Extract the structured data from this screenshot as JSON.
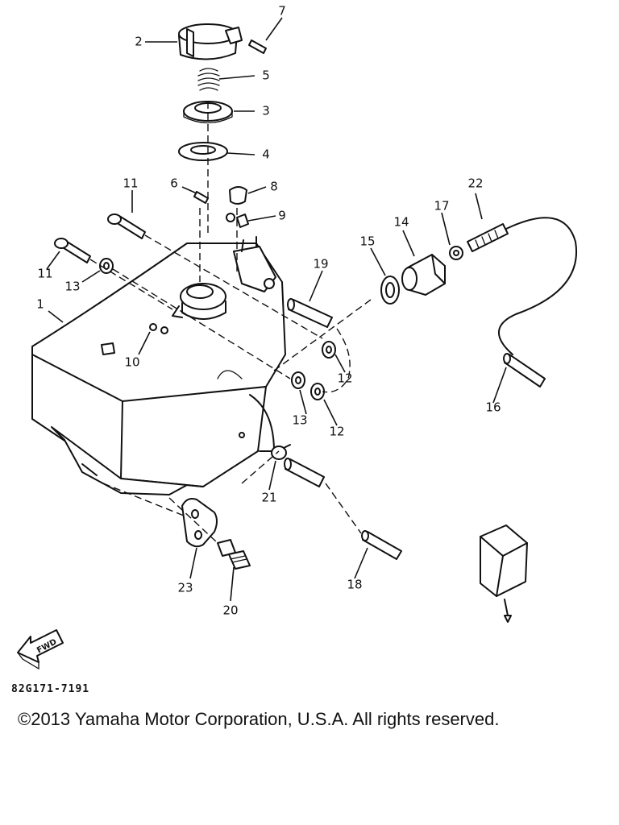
{
  "diagram": {
    "callouts": [
      {
        "id": "c1",
        "label": "1"
      },
      {
        "id": "c2",
        "label": "2"
      },
      {
        "id": "c3",
        "label": "3"
      },
      {
        "id": "c4",
        "label": "4"
      },
      {
        "id": "c5",
        "label": "5"
      },
      {
        "id": "c6",
        "label": "6"
      },
      {
        "id": "c7",
        "label": "7"
      },
      {
        "id": "c8",
        "label": "8"
      },
      {
        "id": "c9",
        "label": "9"
      },
      {
        "id": "c10",
        "label": "10"
      },
      {
        "id": "c11a",
        "label": "11"
      },
      {
        "id": "c11b",
        "label": "11"
      },
      {
        "id": "c12a",
        "label": "12"
      },
      {
        "id": "c12b",
        "label": "12"
      },
      {
        "id": "c13a",
        "label": "13"
      },
      {
        "id": "c13b",
        "label": "13"
      },
      {
        "id": "c14",
        "label": "14"
      },
      {
        "id": "c15",
        "label": "15"
      },
      {
        "id": "c16",
        "label": "16"
      },
      {
        "id": "c17",
        "label": "17"
      },
      {
        "id": "c18",
        "label": "18"
      },
      {
        "id": "c19",
        "label": "19"
      },
      {
        "id": "c20",
        "label": "20"
      },
      {
        "id": "c21",
        "label": "21"
      },
      {
        "id": "c22",
        "label": "22"
      },
      {
        "id": "c23",
        "label": "23"
      }
    ],
    "fwd_label": "FWD"
  },
  "footer": {
    "reference_code": "82G171-7191",
    "copyright": "©2013 Yamaha Motor Corporation, U.S.A. All rights reserved."
  }
}
